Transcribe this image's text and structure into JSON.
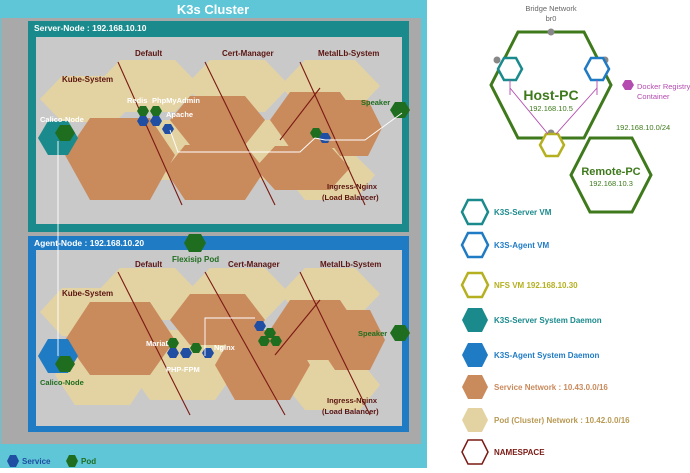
{
  "cluster": {
    "title": "K3s Cluster"
  },
  "server_node": {
    "label": "Server-Node : 192.168.10.10",
    "namespaces": {
      "default": "Default",
      "cert_manager": "Cert-Manager",
      "metallb": "MetalLb-System",
      "kube_system": "Kube-System",
      "ingress": "Ingress-Nginx",
      "ingress_sub": "(Load Balancer)"
    },
    "components": {
      "calico": "Calico-Node",
      "redis": "Redis",
      "phpmyadmin": "PhpMyAdmin",
      "apache": "Apache",
      "speaker": "Speaker"
    }
  },
  "agent_node": {
    "label": "Agent-Node : 192.168.10.20",
    "flexisip": "Flexisip Pod",
    "namespaces": {
      "default": "Default",
      "cert_manager": "Cert-Manager",
      "metallb": "MetalLb-System",
      "kube_system": "Kube-System",
      "ingress": "Ingress-Nginx",
      "ingress_sub": "(Load Balancer)"
    },
    "components": {
      "calico": "Calico-Node",
      "mariadb": "MariaDB",
      "nginx": "Nginx",
      "phpfpm": "PHP-FPM",
      "speaker": "Speaker"
    }
  },
  "bottom_legend": {
    "service": "Service",
    "pod": "Pod"
  },
  "network": {
    "bridge_title": "Bridge Network",
    "bridge_sub": "br0",
    "host_pc": "Host-PC",
    "host_ip": "192.168.10.5",
    "docker_registry_1": "Docker Registry",
    "docker_registry_2": "Container",
    "subnet": "192.168.10.0/24",
    "remote_pc": "Remote-PC",
    "remote_ip": "192.168.10.3"
  },
  "legend": [
    {
      "label": "K3S-Server VM",
      "color": "#1a8a8c"
    },
    {
      "label": "K3S-Agent VM",
      "color": "#1f7bc4"
    },
    {
      "label": "NFS VM 192.168.10.30",
      "color": "#b5b020"
    },
    {
      "label": "K3S-Server System Daemon",
      "color": "#1a8a8c"
    },
    {
      "label": "K3S-Agent System Daemon",
      "color": "#1f7bc4"
    },
    {
      "label": "Service Network : 10.43.0.0/16",
      "color": "#c98a5c"
    },
    {
      "label": "Pod (Cluster) Network : 10.42.0.0/16",
      "color": "#e4d3a2"
    },
    {
      "label": "NAMESPACE",
      "color": "#7a1a14"
    }
  ],
  "colors": {
    "outer": "#5ec6d6",
    "server_frame": "#1a8a8c",
    "agent_frame": "#1f7bc4",
    "inner": "#c9c9c9",
    "service_net": "#c98a5c",
    "pod_net": "#e4d3a2",
    "namespace": "#7a1a14",
    "pod": "#1f6e1f",
    "service": "#1f4ea3",
    "host": "#3e7a1c",
    "nfs": "#b5b020",
    "registry": "#b44bb0"
  }
}
